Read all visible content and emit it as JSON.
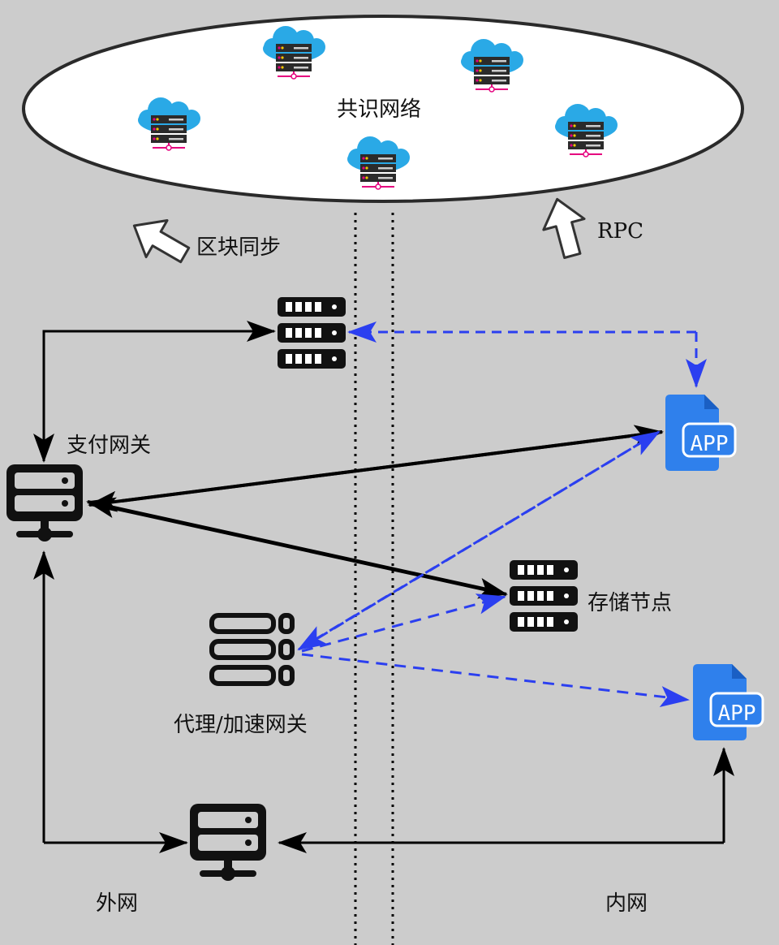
{
  "diagram": {
    "consensus_label": "共识网络",
    "block_sync_label": "区块同步",
    "rpc_label": "RPC",
    "payment_gateway_label": "支付网关",
    "storage_node_label": "存储节点",
    "proxy_gateway_label": "代理/加速网关",
    "external_network_label": "外网",
    "internal_network_label": "内网",
    "app_icon_text": "APP",
    "colors": {
      "background": "#cccccc",
      "ellipse_fill": "#ffffff",
      "solid_line": "#000000",
      "dashed_line": "#2b3ff0",
      "app_blue": "#2f80ec",
      "cloud_blue": "#2aa9e6",
      "server_accent": "#e5007e"
    }
  }
}
